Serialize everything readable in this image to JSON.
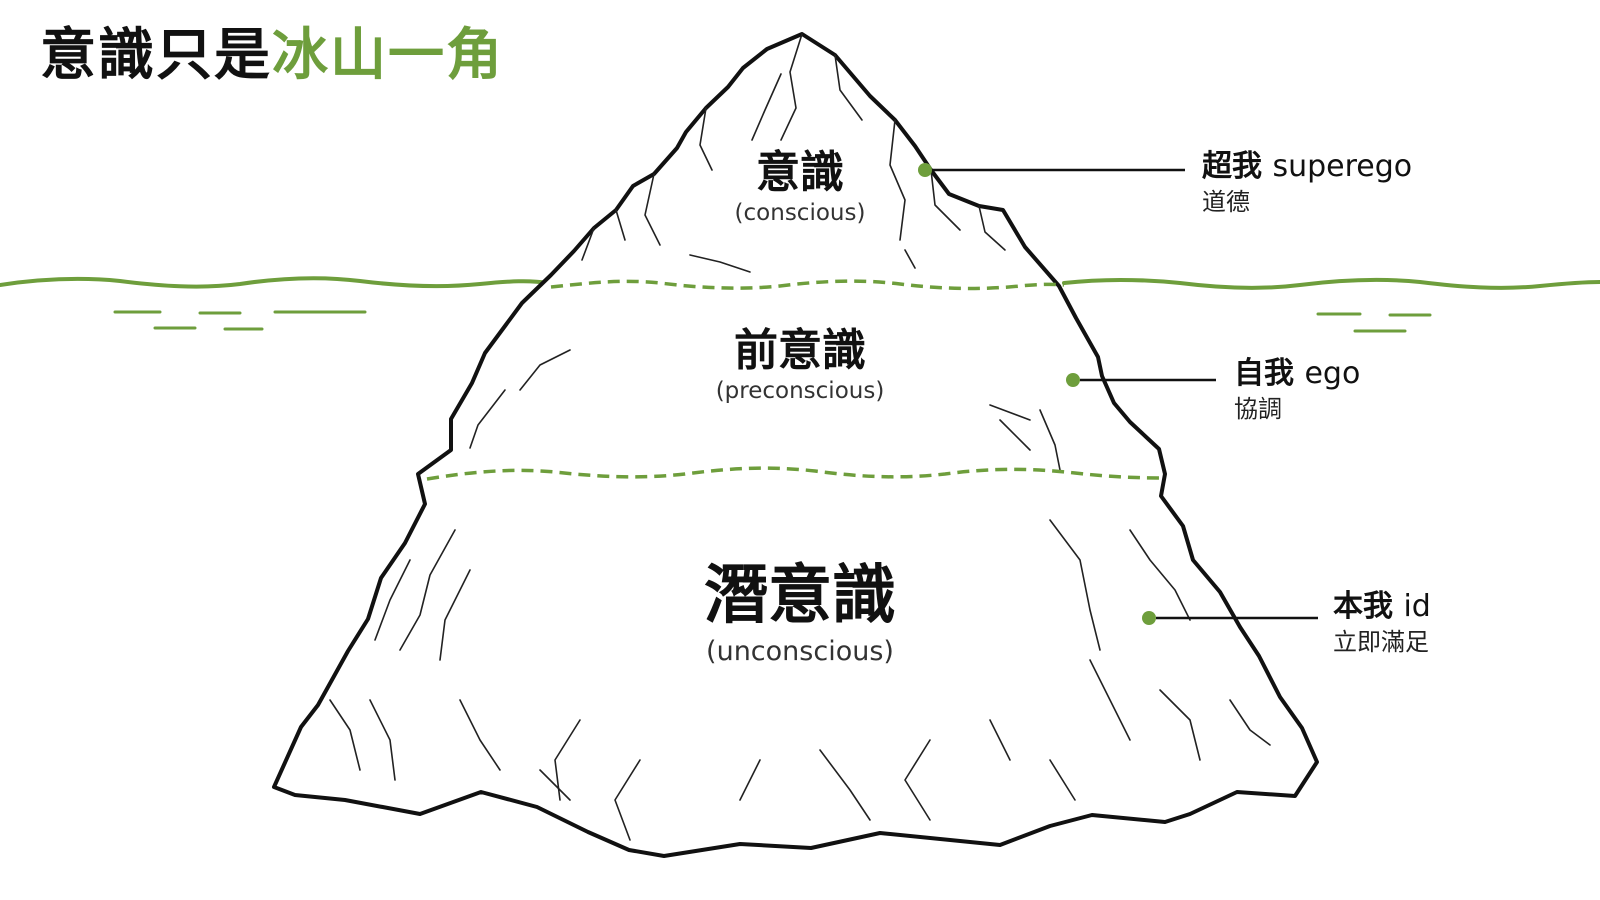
{
  "title": {
    "part1": "意識只是",
    "part2_accent": "冰山一角"
  },
  "layers": {
    "conscious": {
      "label": "意識",
      "sub": "(conscious)"
    },
    "preconscious": {
      "label": "前意識",
      "sub": "(preconscious)"
    },
    "unconscious": {
      "label": "潛意識",
      "sub": "(unconscious)"
    }
  },
  "callouts": {
    "superego": {
      "name": "超我",
      "en": "superego",
      "desc": "道德"
    },
    "ego": {
      "name": "自我",
      "en": "ego",
      "desc": "協調"
    },
    "id": {
      "name": "本我",
      "en": "id",
      "desc": "立即滿足"
    }
  },
  "colors": {
    "accent": "#6e9e3c",
    "outline": "#111111",
    "background": "#ffffff"
  }
}
